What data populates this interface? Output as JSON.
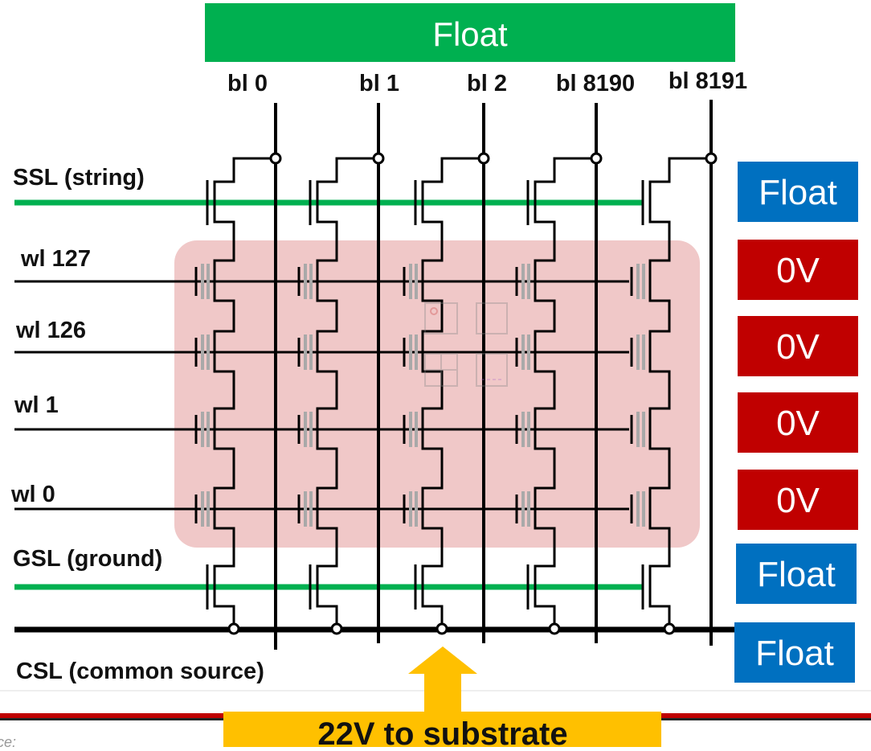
{
  "top_banner": {
    "text": "Float",
    "color": "#00b050"
  },
  "bitlines": [
    {
      "label": "bl 0"
    },
    {
      "label": "bl 1"
    },
    {
      "label": "bl 2"
    },
    {
      "label": "bl 8190"
    },
    {
      "label": "bl 8191"
    }
  ],
  "select_lines": {
    "ssl": "SSL (string)",
    "gsl": "GSL (ground)",
    "csl": "CSL (common source)",
    "color": "#00b050"
  },
  "wordlines": [
    {
      "label": "wl 127"
    },
    {
      "label": "wl 126"
    },
    {
      "label": "wl 1"
    },
    {
      "label": "wl 0"
    }
  ],
  "right_boxes": [
    {
      "text": "Float",
      "color": "#0070c0"
    },
    {
      "text": "0V",
      "color": "#c00000"
    },
    {
      "text": "0V",
      "color": "#c00000"
    },
    {
      "text": "0V",
      "color": "#c00000"
    },
    {
      "text": "0V",
      "color": "#c00000"
    },
    {
      "text": "Float",
      "color": "#0070c0"
    },
    {
      "text": "Float",
      "color": "#0070c0"
    }
  ],
  "substrate": {
    "text": "22V to substrate",
    "color": "#ffc000"
  },
  "highlight_color": "#f0c8c8",
  "footer_line_color": "#c00000",
  "footer_text": "ce:"
}
